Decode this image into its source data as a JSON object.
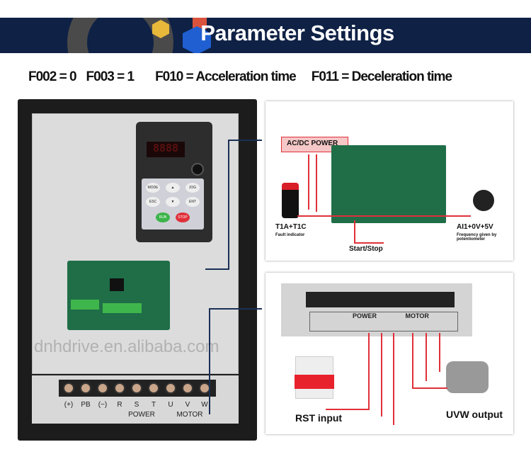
{
  "banner": {
    "title": "Parameter Settings"
  },
  "params": [
    "F002 = 0",
    "F003 = 1",
    "F010 = Acceleration time",
    "F011 = Deceleration time"
  ],
  "keypad": {
    "display": "8888",
    "keys": [
      "MODE",
      "▲",
      "JOG",
      "ESC",
      "▼",
      "ENT",
      "RUN",
      "STOP"
    ]
  },
  "terminals": {
    "labels": [
      "(+)",
      "PB",
      "(−)",
      "R",
      "S",
      "T",
      "U",
      "V",
      "W"
    ],
    "group_power": "POWER",
    "group_motor": "MOTOR"
  },
  "control_wiring": {
    "power_box": "AC/DC POWER",
    "fault_label": "T1A+T1C",
    "fault_sub": "Fault indicator",
    "start_stop": "Start/Stop",
    "ai_label": "AI1+0V+5V",
    "ai_sub": "Frequency given by potentiometer"
  },
  "power_wiring": {
    "input_label": "RST input",
    "output_label": "UVW output"
  },
  "watermark": "dnhdrive.en.alibaba.com",
  "colors": {
    "banner": "#0f2145",
    "wire": "#e0303a",
    "pcb": "#1f6e48"
  }
}
